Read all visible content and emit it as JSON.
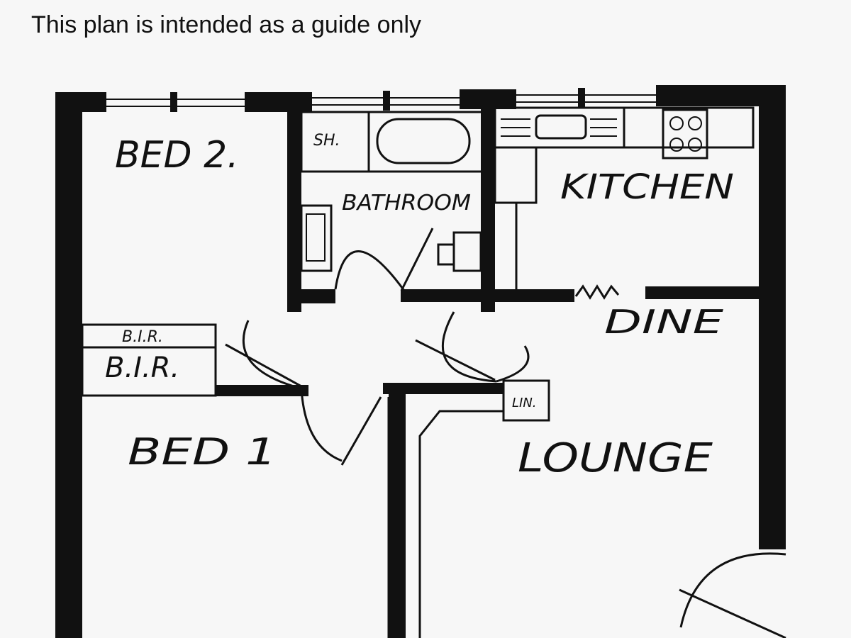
{
  "caption": "This plan is intended as a guide only",
  "rooms": {
    "bed2": "BED 2.",
    "shower": "SH.",
    "bathroom": "BATHROOM",
    "kitchen": "KITCHEN",
    "dine": "DINE",
    "bir_top": "B.I.R.",
    "bir_bottom": "B.I.R.",
    "bed1": "BED 1",
    "linen": "LIN.",
    "lounge": "LOUNGE"
  }
}
